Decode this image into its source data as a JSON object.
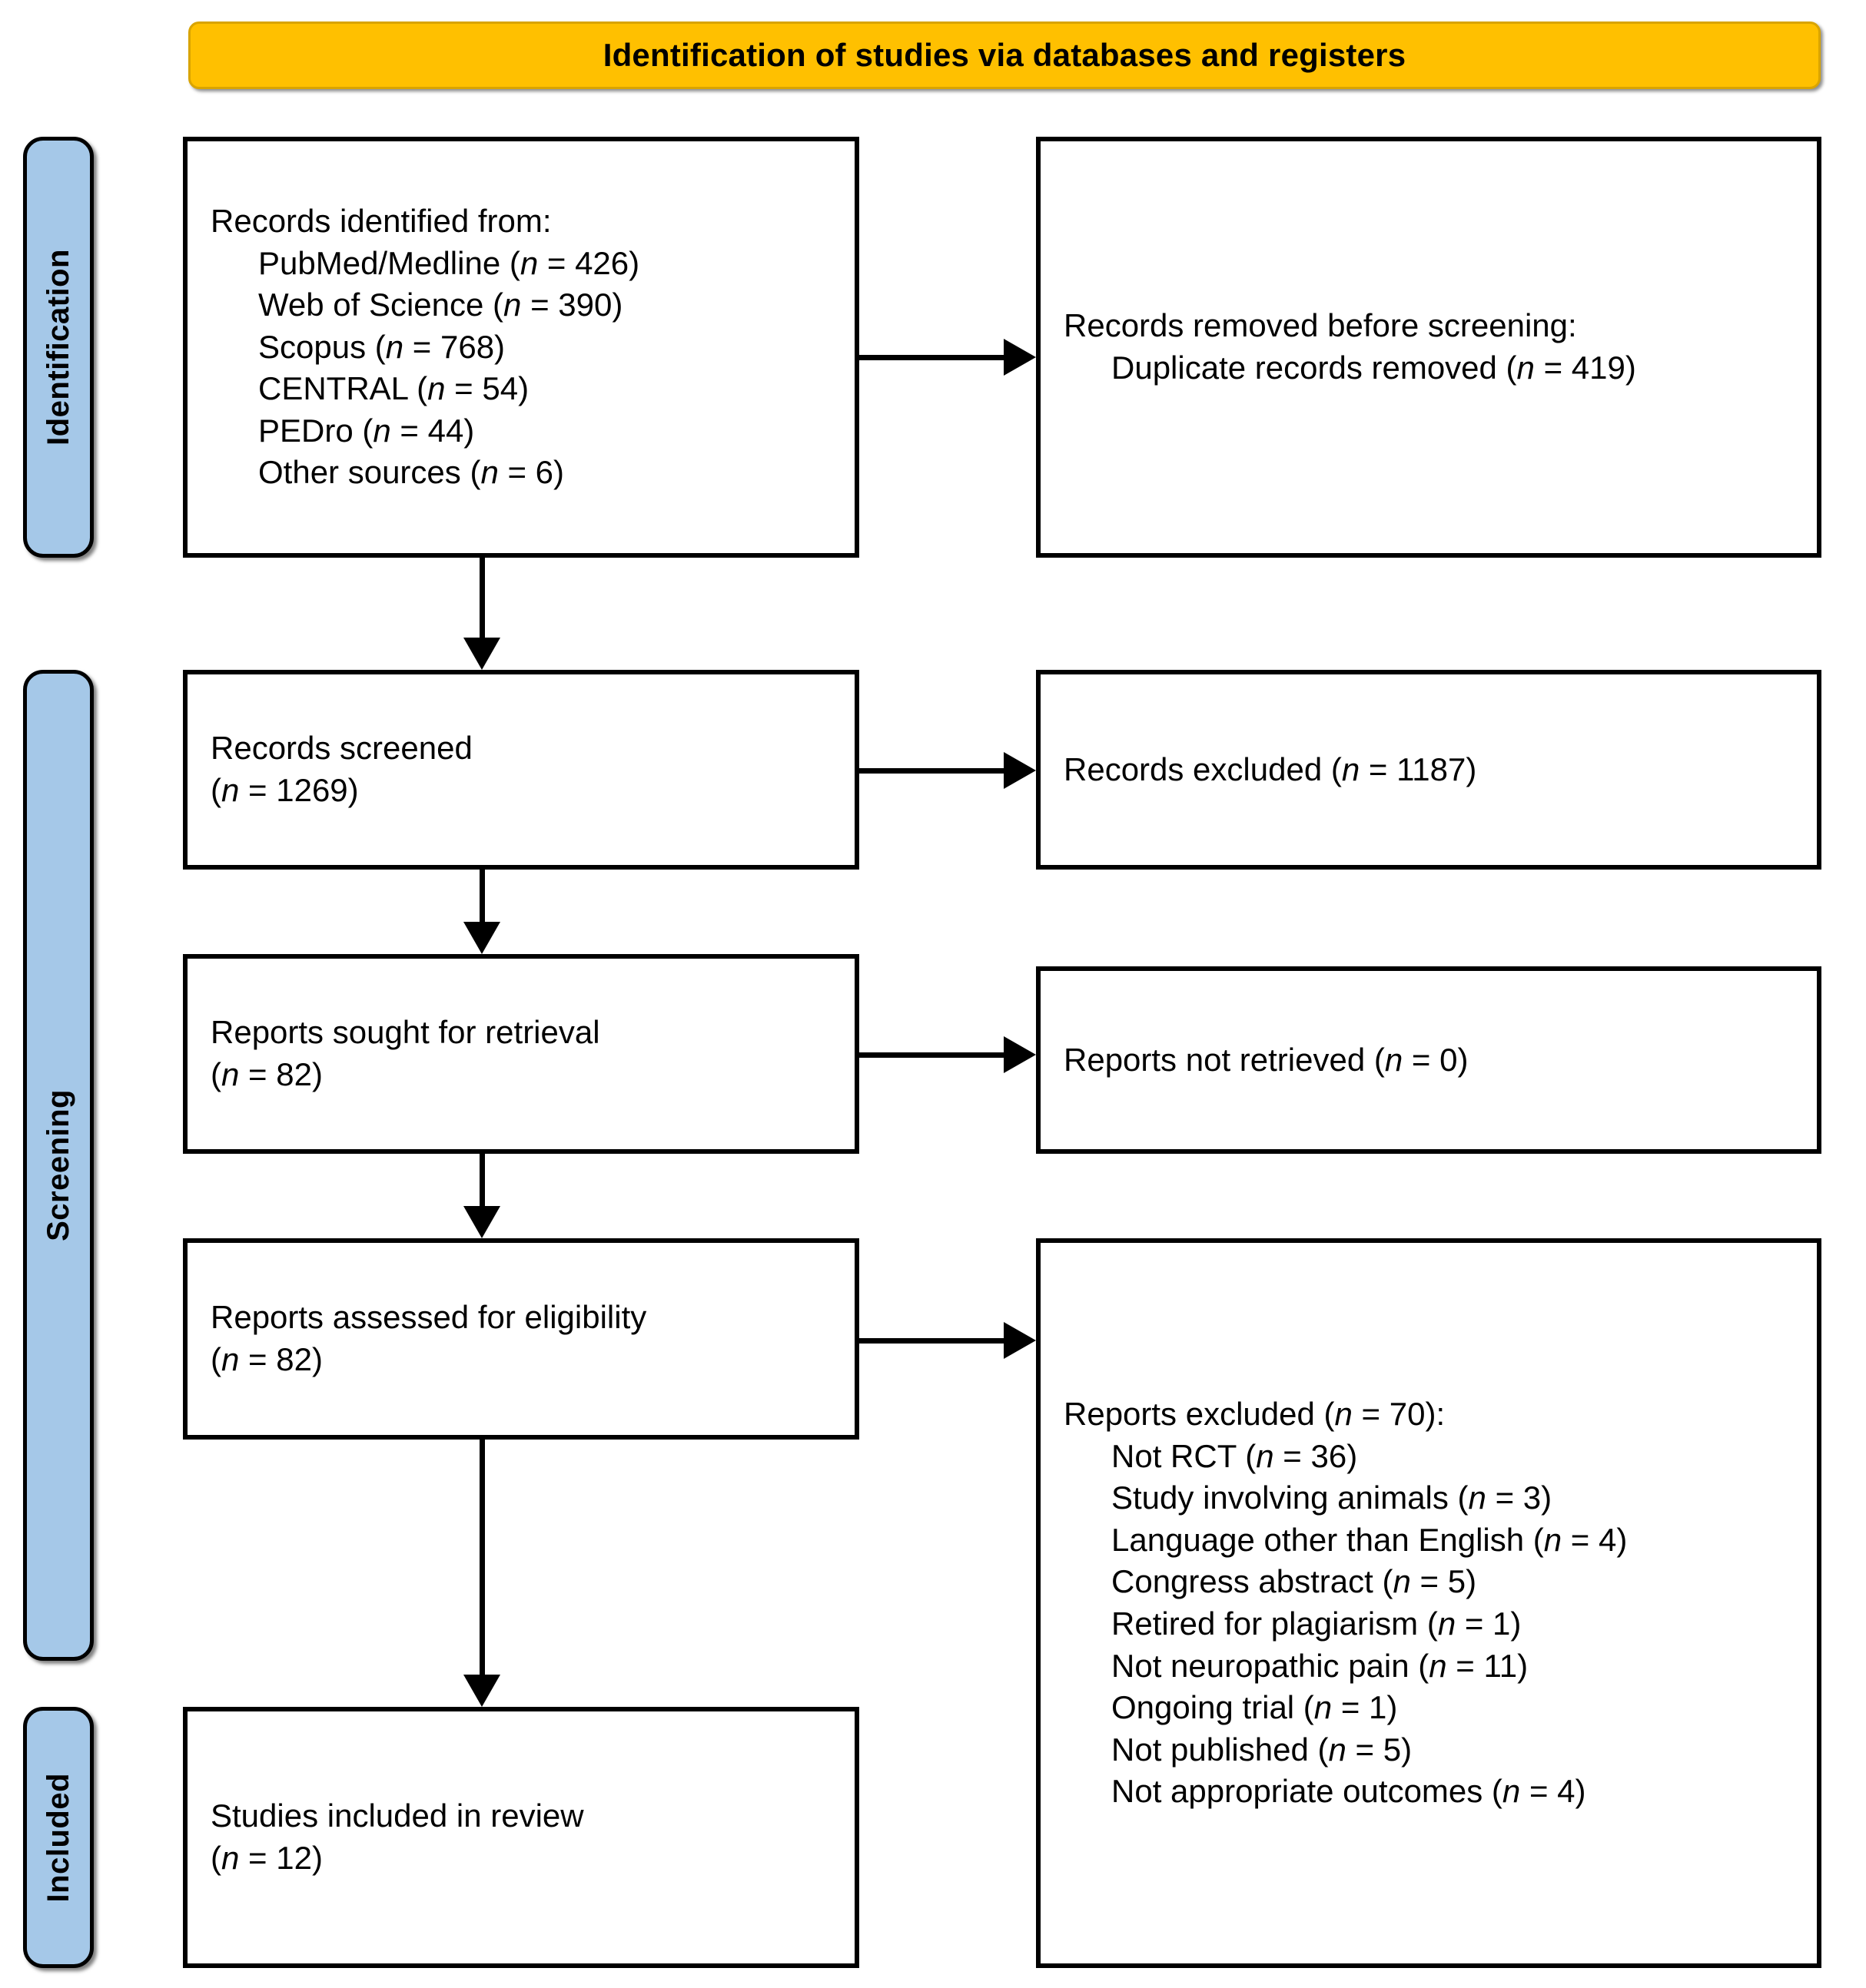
{
  "header": {
    "title": "Identification of studies via databases and registers",
    "background_color": "#ffc000"
  },
  "stages": {
    "identification": "Identification",
    "screening": "Screening",
    "included": "Included",
    "background_color": "#a5c8e8"
  },
  "boxes": {
    "identified": {
      "heading": "Records identified from:",
      "sources": [
        "PubMed/Medline (n = 426)",
        "Web of Science (n = 390)",
        "Scopus (n = 768)",
        "CENTRAL (n = 54)",
        "PEDro (n = 44)",
        "Other sources (n = 6)"
      ]
    },
    "removed": {
      "heading": "Records removed before screening:",
      "items": [
        "Duplicate records removed (n = 419)"
      ]
    },
    "screened": {
      "line1": "Records screened",
      "line2": "(n = 1269)"
    },
    "excluded": {
      "line1": "Records excluded (n = 1187)"
    },
    "sought": {
      "line1": "Reports sought for retrieval",
      "line2": "(n = 82)"
    },
    "not_retrieved": {
      "line1": "Reports not retrieved (n = 0)"
    },
    "assessed": {
      "line1": "Reports assessed for eligibility",
      "line2": "(n = 82)"
    },
    "reports_excluded": {
      "heading": "Reports excluded (n = 70):",
      "reasons": [
        "Not RCT (n = 36)",
        "Study involving animals (n = 3)",
        "Language other than English (n = 4)",
        "Congress abstract (n = 5)",
        "Retired for plagiarism (n = 1)",
        "Not neuropathic pain (n = 11)",
        "Ongoing trial (n = 1)",
        "Not published (n = 5)",
        "Not appropriate outcomes (n = 4)"
      ]
    },
    "included": {
      "line1": "Studies included in review",
      "line2": "(n = 12)"
    }
  }
}
